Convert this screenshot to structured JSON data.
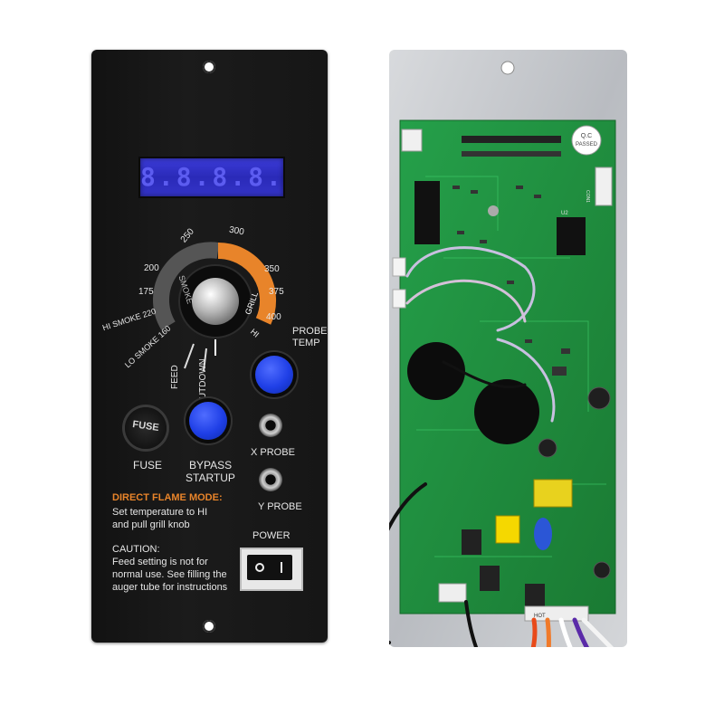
{
  "panel": {
    "display": "8.8.8.8.",
    "dial_scale": [
      "200",
      "250",
      "300",
      "350",
      "375",
      "400",
      "175",
      "HI SMOKE 220",
      "LO SMOKE 160",
      "HI"
    ],
    "dial_arc_left": "SMOKE",
    "dial_arc_right": "GRILL",
    "feed_label": "FEED",
    "shutdown_label": "SHUTDOWN",
    "probe_temp_line1": "PROBE",
    "probe_temp_line2": "TEMP",
    "fuse_cap_text": "FUSE",
    "fuse_label": "FUSE",
    "bypass_line1": "BYPASS",
    "bypass_line2": "STARTUP",
    "x_probe_label": "X PROBE",
    "y_probe_label": "Y PROBE",
    "direct_flame_title": "DIRECT FLAME MODE:",
    "direct_flame_line1": "Set temperature to HI",
    "direct_flame_line2": "and pull grill knob",
    "caution_title": "CAUTION:",
    "caution_line1": "Feed setting is not for",
    "caution_line2": "normal use. See filling the",
    "caution_line3": "auger tube for instructions",
    "power_label": "POWER"
  },
  "board": {
    "qc_line1": "Q.C",
    "qc_line2": "PASSED",
    "silk_u2": "U2",
    "silk_hot": "HOT",
    "silk_con": "CON1"
  },
  "colors": {
    "panel": "#161616",
    "lcd": "#2f2fc4",
    "button_blue": "#1f3fe6",
    "accent_orange": "#e8842a",
    "pcb_green": "#1f8a3a",
    "aluminum": "#c9ccd0"
  }
}
